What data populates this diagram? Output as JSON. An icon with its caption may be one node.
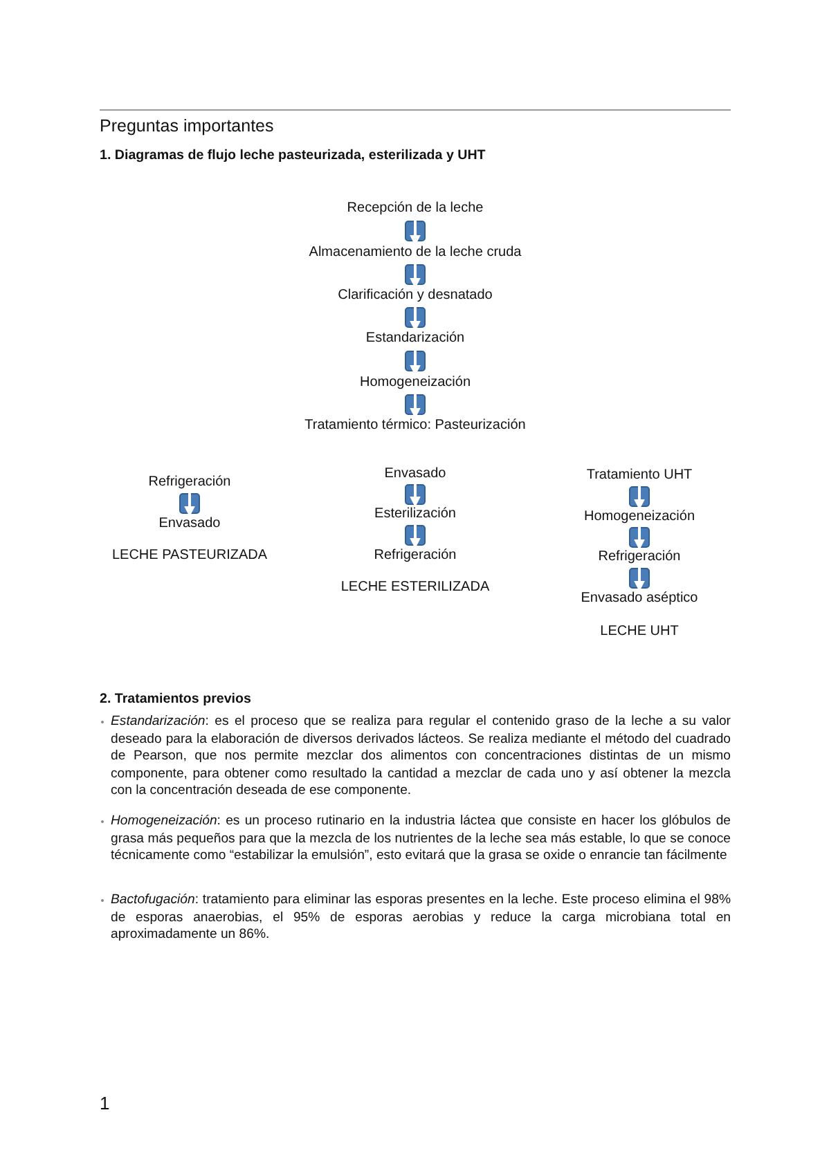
{
  "diagram": {
    "title": "Preguntas importantes",
    "nodes": [
      {
        "text": [
          "Recepción de la leche"
        ]
      },
      {
        "text": [
          "Almacenamiento de la leche cruda"
        ]
      },
      {
        "text": [
          "Clarificación y desnatado"
        ]
      },
      {
        "text": [
          "Estandarización"
        ]
      },
      {
        "text": [
          "Homogeneización"
        ]
      },
      {
        "text": [
          "Tratamiento térmico: Pasteurización"
        ]
      },
      {
        "text": [
          "Refrigeración"
        ]
      },
      {
        "text": [
          "Envasado"
        ]
      },
      {
        "text": [
          "Envasado"
        ]
      },
      {
        "text": [
          "Esterilización"
        ]
      },
      {
        "text": [
          "Refrigeración"
        ]
      },
      {
        "text": [
          "Tratamiento UHT"
        ]
      },
      {
        "text": [
          "Homogeneización"
        ]
      },
      {
        "text": [
          "Refrigeración"
        ]
      },
      {
        "text": [
          "Envasado aséptico"
        ]
      }
    ],
    "edges": [
      {
        "from": 0,
        "to": 1,
        "arrow": "to"
      },
      {
        "from": 1,
        "to": 2,
        "arrow": "to"
      },
      {
        "from": 2,
        "to": 3,
        "arrow": "to"
      },
      {
        "from": 3,
        "to": 4,
        "arrow": "to"
      },
      {
        "from": 4,
        "to": 5,
        "arrow": "to"
      },
      {
        "from": 6,
        "to": 7,
        "arrow": "to"
      },
      {
        "from": 8,
        "to": 9,
        "arrow": "to"
      },
      {
        "from": 9,
        "to": 10,
        "arrow": "to"
      },
      {
        "from": 11,
        "to": 12,
        "arrow": "to"
      },
      {
        "from": 12,
        "to": 13,
        "arrow": "to"
      },
      {
        "from": 13,
        "to": 14,
        "arrow": "to"
      }
    ],
    "labels": [
      "1. Diagramas de flujo leche pasteurizada, esterilizada y UHT",
      "LECHE PASTEURIZADA",
      "LECHE ESTERILIZADA",
      "LECHE UHT",
      "2. Tratamientos previos",
      "*Estandarización*: es el proceso que se realiza para regular el contenido graso de la leche a su valor deseado para la elaboración de diversos derivados lácteos. Se realiza mediante el método del cuadrado de Pearson, que nos permite mezclar dos alimentos con concentraciones distintas de un mismo componente, para obtener como resultado la cantidad a mezclar de cada uno y así obtener la mezcla con la concentración deseada de ese componente.",
      "*Homogeneización*: es un proceso rutinario en la industria láctea que consiste en hacer los glóbulos de grasa más pequeños para que la mezcla de los nutrientes de la leche sea más estable, lo que se conoce técnicamente como “estabilizar la emulsión”, esto evitará que la grasa se oxide o enrancie tan fácilmente",
      "*Bactofugación*: tratamiento para eliminar las esporas presentes en la leche. Este proceso elimina el 98% de esporas anaerobias, el 95% de esporas aerobias y reduce la carga microbiana total en aproximadamente un 86%.",
      "1"
    ]
  }
}
